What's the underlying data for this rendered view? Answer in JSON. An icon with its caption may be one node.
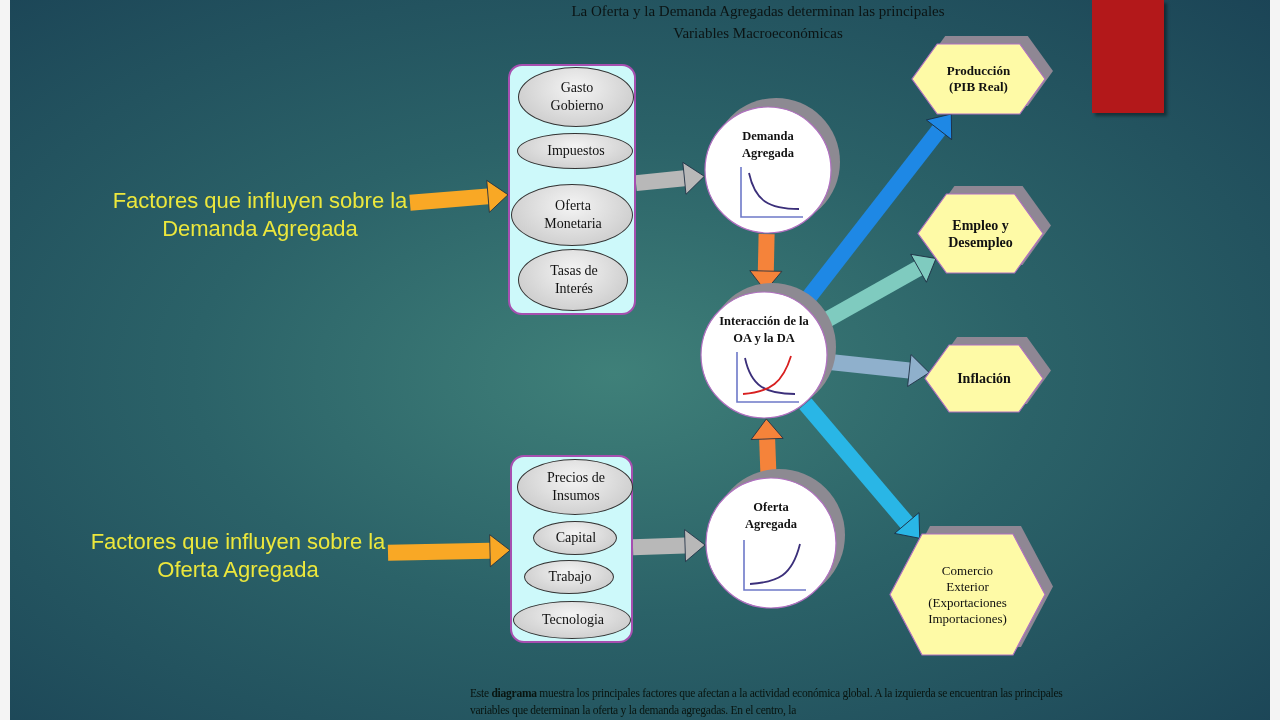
{
  "diagram": {
    "title": "La Oferta y la Demanda Agregadas determinan las principales Variables Macroeconómicas",
    "caption": "Este **diagrama** muestra los principales factores que afectan a la actividad económica global. A la izquierda se encuentran las principales variables que determinan la oferta y la demanda agregadas. En el centro, la",
    "nodes": [
      {
        "text": [
          "Factores que influyen sobre la Demanda Agregada"
        ]
      },
      {
        "text": [],
        "shape": "box"
      },
      {
        "text": [
          "Gasto Gobierno"
        ],
        "in": 1
      },
      {
        "text": [
          "Impuestos"
        ],
        "in": 1
      },
      {
        "text": [
          "Oferta Monetaria"
        ],
        "in": 1
      },
      {
        "text": [
          "Tasas de Interés"
        ],
        "in": 1
      },
      {
        "text": [
          "Factores que influyen sobre la Oferta Agregada"
        ]
      },
      {
        "text": [],
        "shape": "box"
      },
      {
        "text": [
          "Precios de Insumos"
        ],
        "in": 7
      },
      {
        "text": [
          "Capital"
        ],
        "in": 7
      },
      {
        "text": [
          "Trabajo"
        ],
        "in": 7
      },
      {
        "text": [
          "Tecnologia"
        ],
        "in": 7
      },
      {
        "text": [
          "Demanda Agregada"
        ]
      },
      {
        "text": [
          "Interacción de la OA y la DA"
        ]
      },
      {
        "text": [
          "Oferta Agregada"
        ]
      },
      {
        "text": [
          "Producción (PIB Real)"
        ]
      },
      {
        "text": [
          "Empleo y Desempleo"
        ]
      },
      {
        "text": [
          "Inflación"
        ]
      },
      {
        "text": [
          "Comercio Exterior (Exportaciones Importaciones)"
        ]
      }
    ],
    "edges": [
      {
        "from": 0,
        "to": 1,
        "arrow": "to",
        "color": "#f9a825"
      },
      {
        "from": 6,
        "to": 7,
        "arrow": "to",
        "color": "#f9a825"
      },
      {
        "from": 1,
        "to": 12,
        "arrow": "to",
        "color": "#b8b8b8"
      },
      {
        "from": 7,
        "to": 14,
        "arrow": "to",
        "color": "#b8b8b8"
      },
      {
        "from": 12,
        "to": 13,
        "arrow": "to",
        "color": "#f5833a"
      },
      {
        "from": 14,
        "to": 13,
        "arrow": "to",
        "color": "#f5833a"
      },
      {
        "from": 13,
        "to": 15,
        "arrow": "to",
        "color": "#1e88e5"
      },
      {
        "from": 13,
        "to": 16,
        "arrow": "to",
        "color": "#7fcbbf"
      },
      {
        "from": 13,
        "to": 17,
        "arrow": "to",
        "color": "#8fb0cc"
      },
      {
        "from": 13,
        "to": 18,
        "arrow": "to",
        "color": "#29b6e6"
      }
    ]
  }
}
